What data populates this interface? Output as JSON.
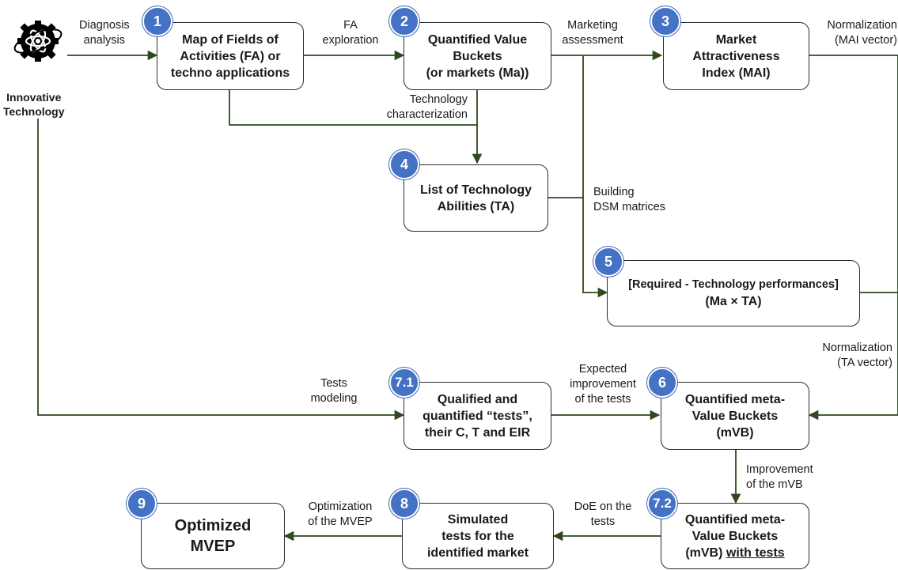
{
  "source": {
    "label_line1": "Innovative",
    "label_line2": "Technology"
  },
  "nodes": {
    "n1": {
      "badge": "1",
      "line1": "Map of Fields of",
      "line2": "Activities (FA) or",
      "line3": "techno applications"
    },
    "n2": {
      "badge": "2",
      "line1": "Quantified Value",
      "line2": "Buckets",
      "line3": "(or markets (Ma))"
    },
    "n3": {
      "badge": "3",
      "line1": "Market",
      "line2": "Attractiveness",
      "line3": "Index (MAI)"
    },
    "n4": {
      "badge": "4",
      "line1": "List of Technology",
      "line2": "Abilities (TA)"
    },
    "n5": {
      "badge": "5",
      "line1": "[Required - Technology performances]",
      "line2": "(Ma × TA)"
    },
    "n6": {
      "badge": "6",
      "line1": "Quantified meta-",
      "line2": "Value Buckets",
      "line3": "(mVB)"
    },
    "n71": {
      "badge": "7.1",
      "line1": "Qualified and",
      "line2": "quantified “tests”,",
      "line3": "their C, T and EIR"
    },
    "n72": {
      "badge": "7.2",
      "line1": "Quantified meta-",
      "line2": "Value Buckets",
      "line3a": "(mVB) ",
      "line3b": "with tests"
    },
    "n8": {
      "badge": "8",
      "line1": "Simulated",
      "line2": "tests for the",
      "line3": "identified market"
    },
    "n9": {
      "badge": "9",
      "line1": "Optimized",
      "line2": "MVEP"
    }
  },
  "edge_labels": {
    "diagnosis": {
      "line1": "Diagnosis",
      "line2": "analysis"
    },
    "fa_exploration": {
      "line1": "FA",
      "line2": "exploration"
    },
    "marketing": {
      "line1": "Marketing",
      "line2": "assessment"
    },
    "normalization_mai": {
      "line1": "Normalization",
      "line2": "(MAI vector)"
    },
    "tech_char": {
      "line1": "Technology",
      "line2": "characterization"
    },
    "building_dsm": {
      "line1": "Building",
      "line2": "DSM matrices"
    },
    "normalization_ta": {
      "line1": "Normalization",
      "line2": "(TA vector)"
    },
    "tests_modeling": {
      "line1": "Tests",
      "line2": "modeling"
    },
    "expected": {
      "line1": "Expected",
      "line2": "improvement",
      "line3": "of the tests"
    },
    "improvement_mvb": {
      "line1": "Improvement",
      "line2": "of the mVB"
    },
    "doe": {
      "line1": "DoE on the",
      "line2": "tests"
    },
    "optimization": {
      "line1": "Optimization",
      "line2": "of the MVEP"
    }
  },
  "colors": {
    "badge": "#4472c4",
    "arrow": "#2e4a1e",
    "box_border": "#2b2b2b"
  }
}
